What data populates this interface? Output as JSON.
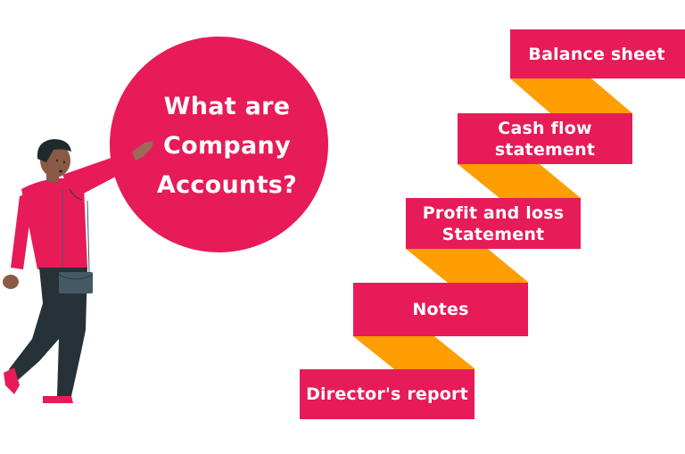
{
  "colors": {
    "primary_pink": "#e61b57",
    "ribbon_orange": "#ff9e00",
    "text_white": "#ffffff",
    "pants_dark": "#263238",
    "bag_gray": "#455a64",
    "skin": "#8a5a44",
    "hair": "#1e2a2e",
    "background": "#ffffff"
  },
  "bubble": {
    "lines": [
      "What are",
      "Company",
      "Accounts?"
    ]
  },
  "person": {
    "icon": "person-pointing-illustration"
  },
  "staircase": {
    "steps": [
      {
        "lines": [
          "Balance sheet"
        ]
      },
      {
        "lines": [
          "Cash flow",
          "statement"
        ]
      },
      {
        "lines": [
          "Profit and loss",
          "Statement"
        ]
      },
      {
        "lines": [
          "Notes"
        ]
      },
      {
        "lines": [
          "Director's report"
        ]
      }
    ]
  }
}
